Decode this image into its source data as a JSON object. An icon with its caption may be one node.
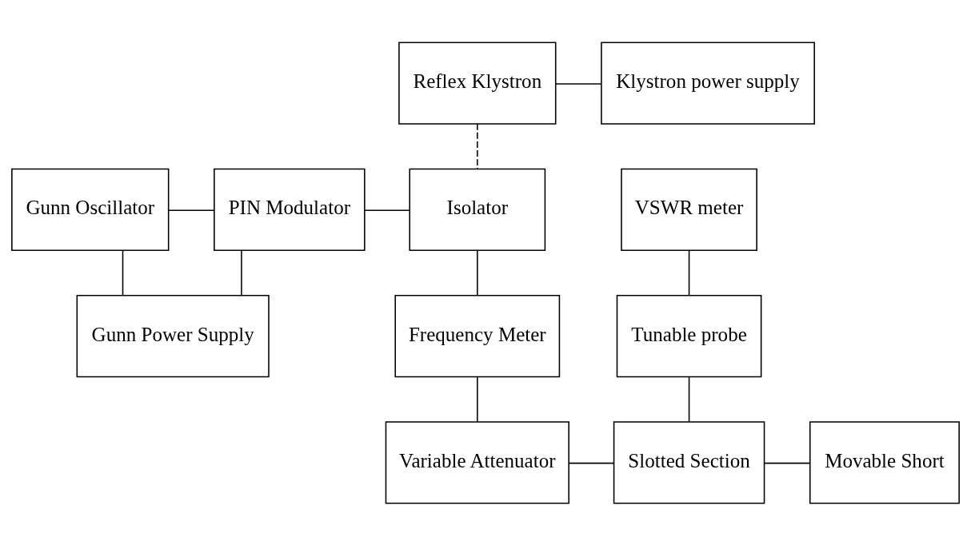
{
  "diagram": {
    "nodes": [
      {
        "text": [
          "Gunn Oscillator"
        ]
      },
      {
        "text": [
          "PIN Modulator"
        ]
      },
      {
        "text": [
          "Gunn Power Supply"
        ]
      },
      {
        "text": [
          "Isolator"
        ]
      },
      {
        "text": [
          "VSWR meter"
        ]
      },
      {
        "text": [
          "Frequency Meter"
        ]
      },
      {
        "text": [
          "Tunable probe"
        ]
      },
      {
        "text": [
          "Variable Attenuator"
        ]
      },
      {
        "text": [
          "Slotted Section"
        ]
      },
      {
        "text": [
          "Movable Short"
        ]
      },
      {
        "text": [
          "Reflex Klystron"
        ]
      },
      {
        "text": [
          "Klystron power supply"
        ]
      }
    ],
    "edges": [
      {
        "from": 0,
        "to": 1,
        "arrow": "none"
      },
      {
        "from": 0,
        "to": 2,
        "arrow": "none"
      },
      {
        "from": 1,
        "to": 2,
        "arrow": "none"
      },
      {
        "from": 1,
        "to": 3,
        "arrow": "none"
      },
      {
        "from": 3,
        "to": 5,
        "arrow": "none"
      },
      {
        "from": 4,
        "to": 6,
        "arrow": "none"
      },
      {
        "from": 5,
        "to": 7,
        "arrow": "none"
      },
      {
        "from": 7,
        "to": 8,
        "arrow": "none"
      },
      {
        "from": 6,
        "to": 8,
        "arrow": "none"
      },
      {
        "from": 8,
        "to": 9,
        "arrow": "none"
      },
      {
        "from": 10,
        "to": 3,
        "arrow": "none",
        "style": "dashed"
      },
      {
        "from": 10,
        "to": 11,
        "arrow": "none"
      }
    ]
  }
}
